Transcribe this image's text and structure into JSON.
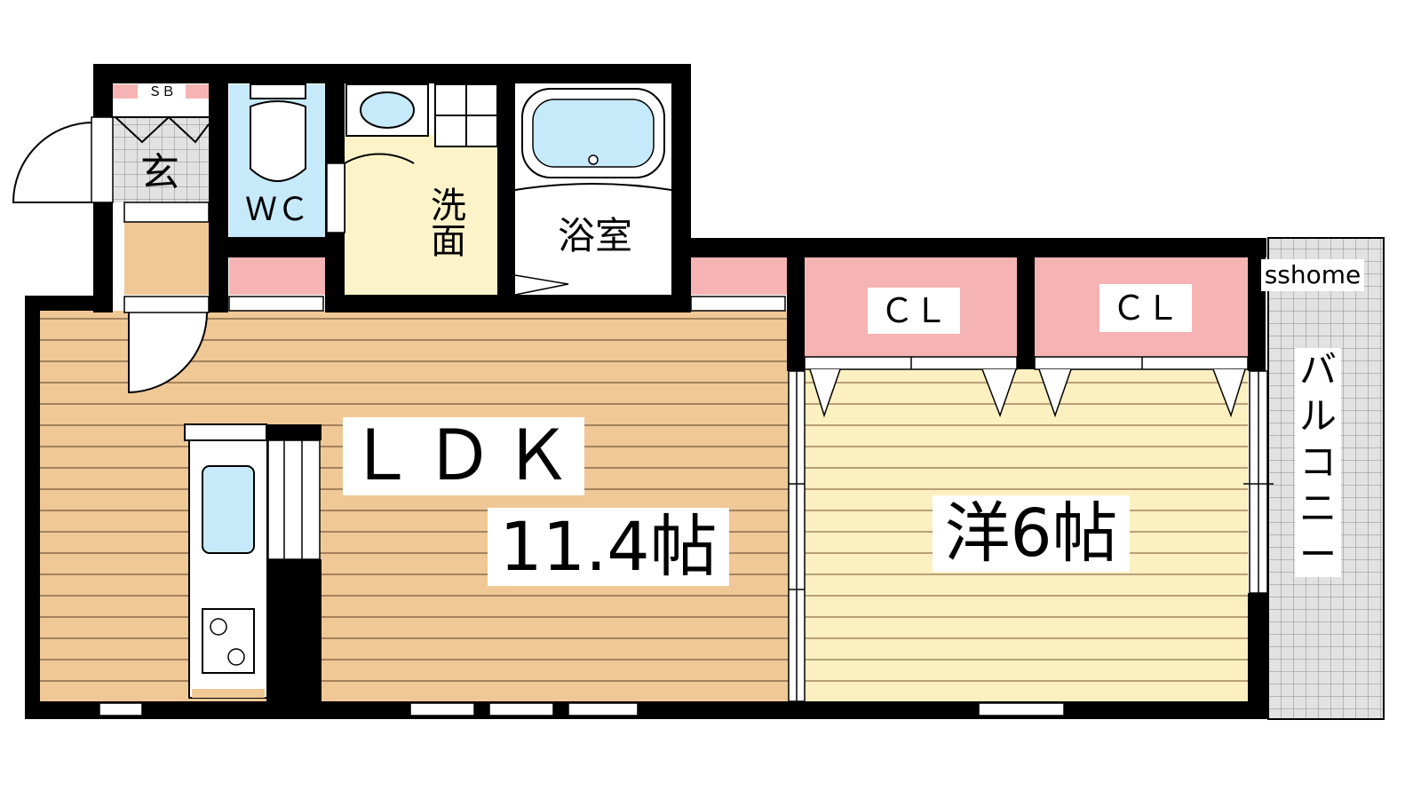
{
  "colors": {
    "wall": "#000000",
    "wood_dark": "#f0c896",
    "wood_light": "#fcf0c0",
    "closet_pink": "#f6b3b3",
    "water_blue": "#c6eafa",
    "washroom": "#fcf4c8",
    "entrance_tan": "#f0c896",
    "balcony_gray": "#e2e2e2",
    "stripe": "#8a6a4a"
  },
  "rooms": {
    "ldk": {
      "label": "ＬＤＫ",
      "size": "11.4帖"
    },
    "western": {
      "label": "洋6帖"
    },
    "closet_left": {
      "label": "ＣＬ"
    },
    "closet_right": {
      "label": "ＣＬ"
    },
    "bath": {
      "label": "浴室"
    },
    "washroom": {
      "label_line1": "洗",
      "label_line2": "面"
    },
    "toilet": {
      "label": "ＷＣ"
    },
    "entrance": {
      "label": "玄"
    },
    "shoe_box": {
      "label": "ＳＢ"
    },
    "balcony": {
      "label_chars": [
        "バ",
        "ル",
        "コ",
        "ニ",
        "ー"
      ]
    }
  },
  "watermark": {
    "text": "sshome"
  }
}
